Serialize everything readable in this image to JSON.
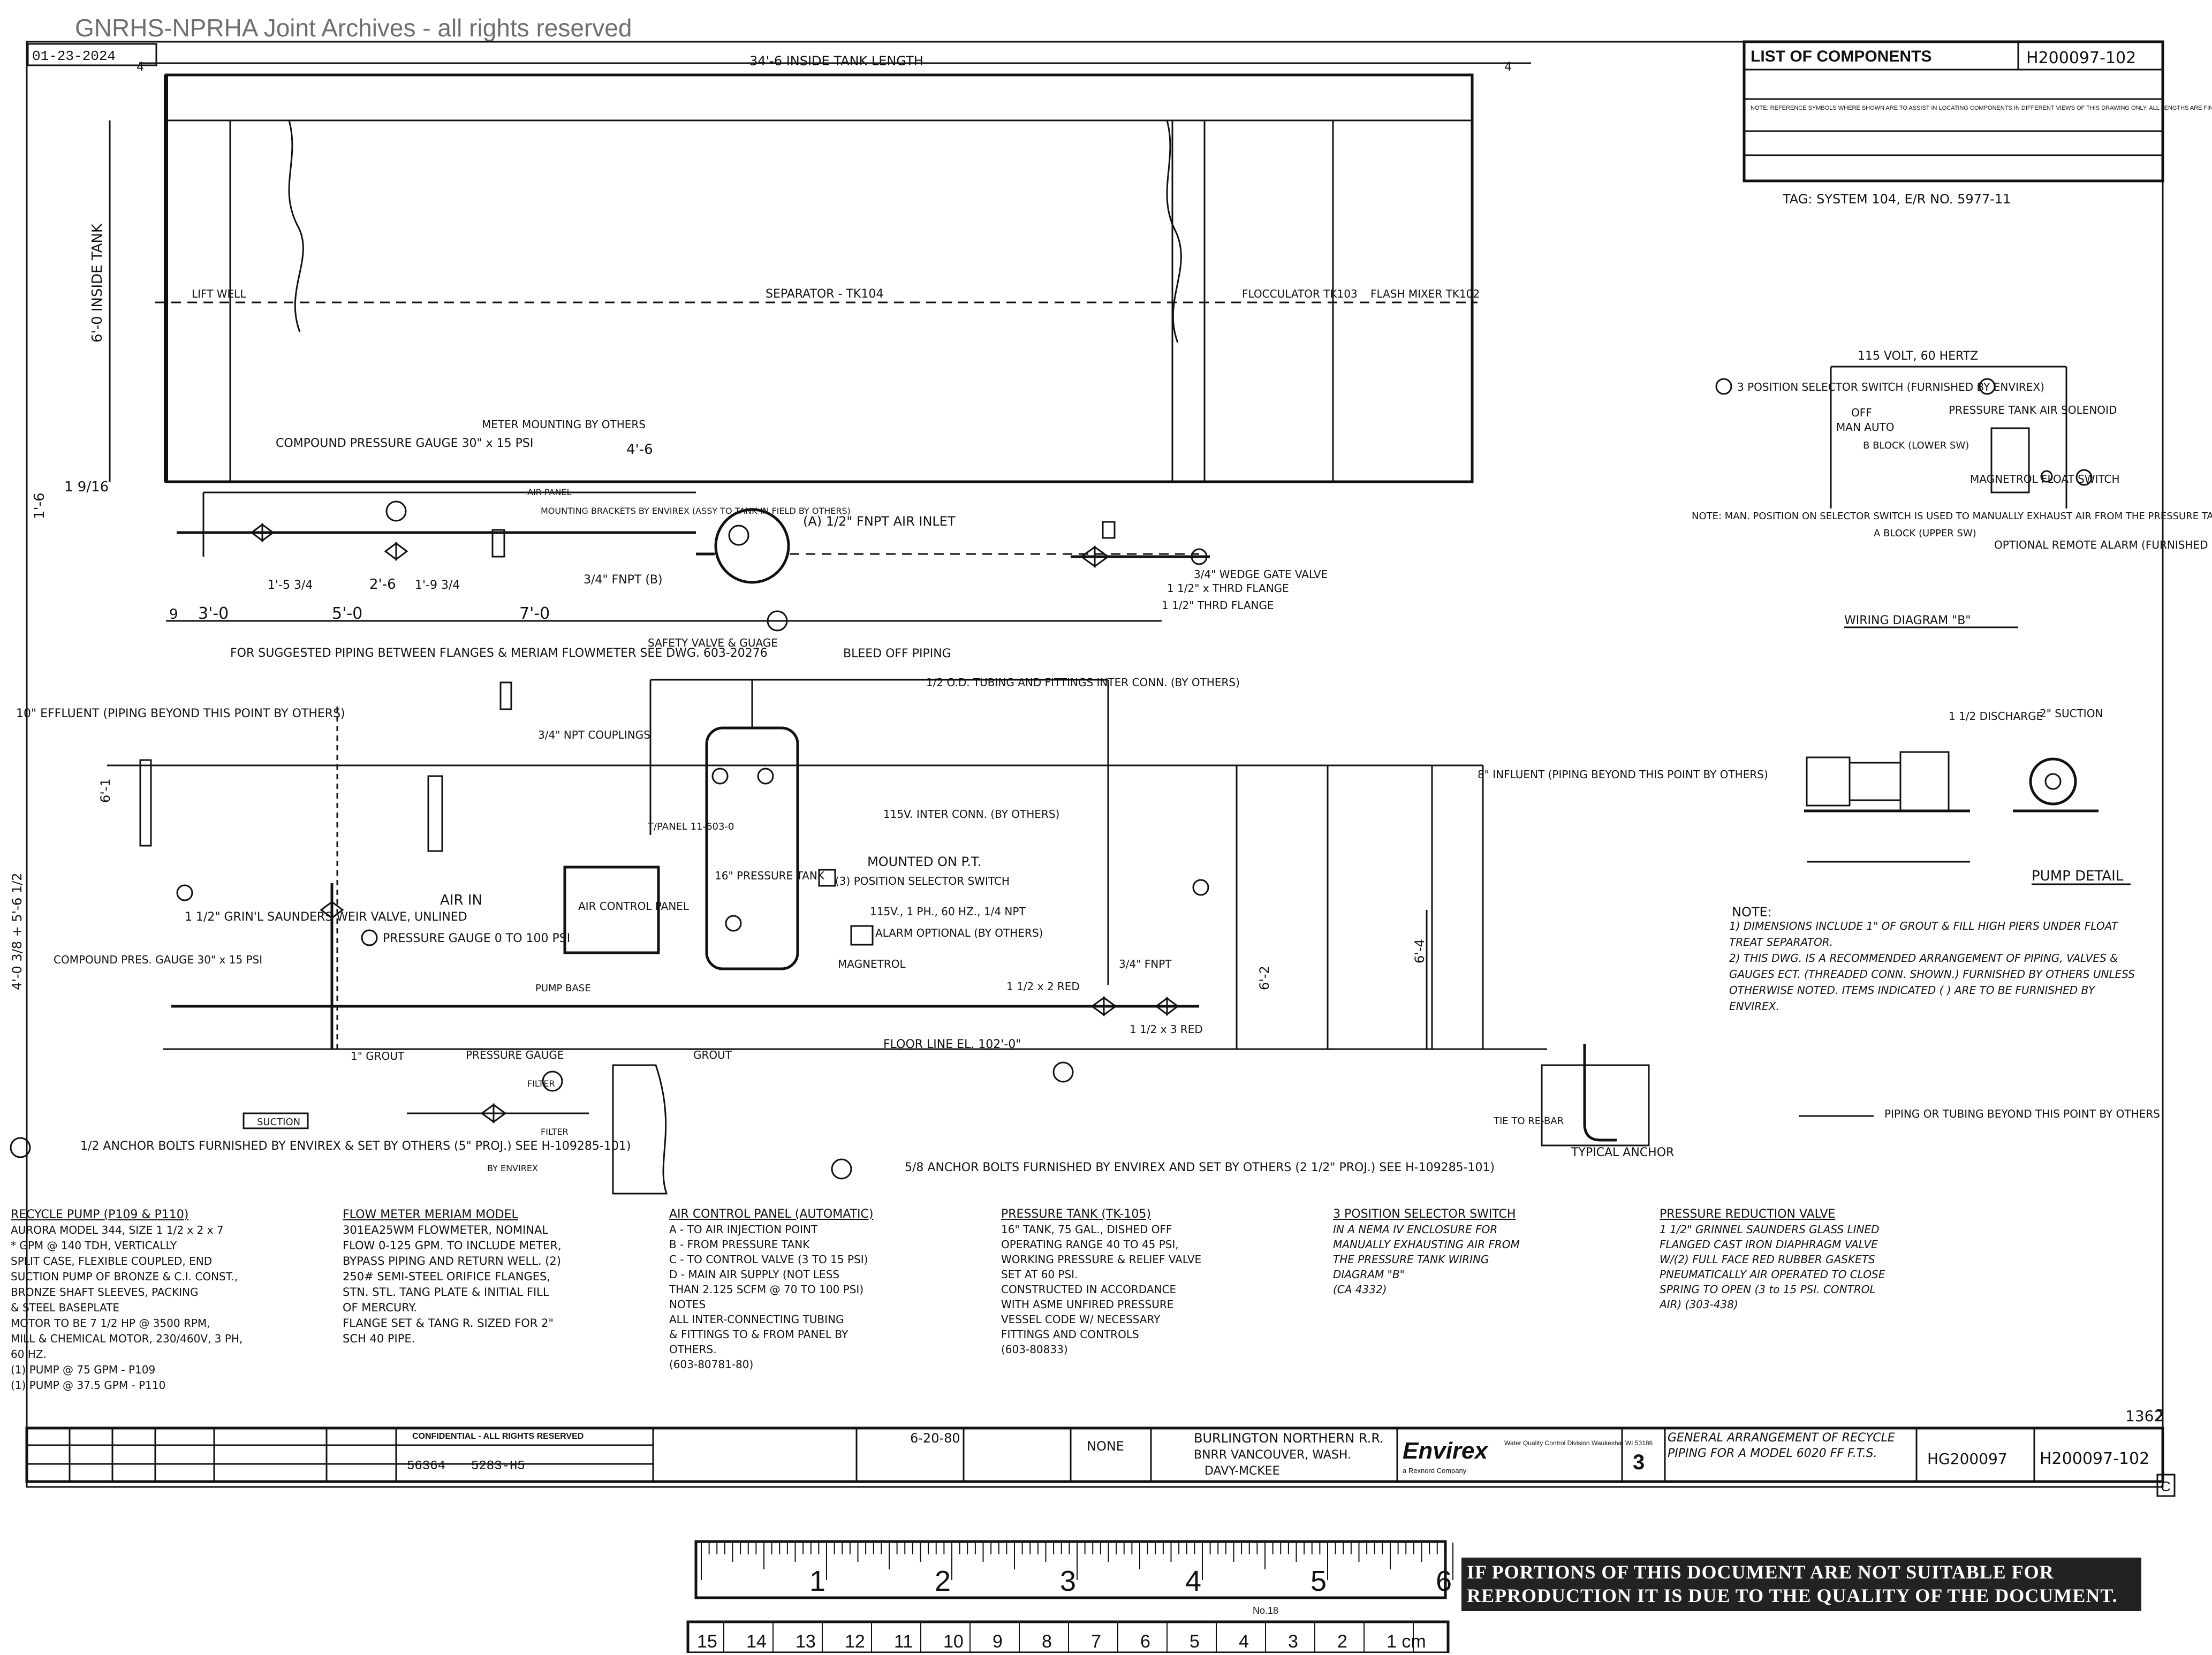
{
  "watermark": "GNRHS-NPRHA Joint Archives - all rights reserved",
  "corner_stamp": "01-23-2024",
  "tank": {
    "length_label": "34'-6 INSIDE TANK LENGTH",
    "height_label": "6'-0 INSIDE TANK",
    "sections": {
      "lift_well": "LIFT WELL",
      "separator": "SEPARATOR - TK104",
      "flocculator": "FLOCCULATOR TK103",
      "flash_mixer": "FLASH MIXER TK102"
    },
    "dims": {
      "top_left": "4",
      "top_right": "4",
      "left_offset": "1 9/16",
      "left_height": "1'-6",
      "d1": "3'-0",
      "d2": "5'-0",
      "d3": "7'-0",
      "d0": "9",
      "s1": "1'-5 3/4",
      "s2": "2'-6",
      "s3": "1'-9 3/4",
      "top_pipe": "4'-6",
      "left_bottom_height": "4'-0 3/8 + 5'-6 1/2"
    }
  },
  "labels": {
    "compound_gauge_top": "COMPOUND PRESSURE GAUGE 30\" x 15 PSI",
    "meter_mounting": "METER MOUNTING BY OTHERS",
    "air_panel": "AIR PANEL",
    "mounting_brackets": "MOUNTING BRACKETS BY ENVIREX (ASSY TO TANK IN FIELD BY OTHERS)",
    "air_inlet": "(A) 1/2\" FNPT AIR INLET",
    "fnpt_b": "3/4\" FNPT (B)",
    "wedge_gate": "3/4\" WEDGE GATE VALVE",
    "thread_flange1": "1 1/2\" x THRD FLANGE",
    "thread_flange2": "1 1/2\" THRD FLANGE",
    "suggested_piping": "FOR SUGGESTED PIPING BETWEEN FLANGES & MERIAM FLOWMETER SEE DWG. 603-20276",
    "safety_valve": "SAFETY VALVE & GUAGE",
    "bleed_off": "BLEED OFF PIPING",
    "od_tubing": "1/2 O.D. TUBING AND FITTINGS INTER CONN. (BY OTHERS)",
    "effluent": "10\" EFFLUENT (PIPING BEYOND THIS POINT BY OTHERS)",
    "npt_couplings": "3/4\" NPT COUPLINGS",
    "influent": "8\" INFLUENT (PIPING BEYOND THIS POINT BY OTHERS)",
    "interconn_115v": "115V. INTER CONN. (BY OTHERS)",
    "to_panel": "T/PANEL 11-603-0",
    "air_control_panel": "AIR CONTROL PANEL",
    "pressure_tank": "16\" PRESSURE TANK",
    "mounted_on_pt": "MOUNTED ON P.T.",
    "position_selector": "(3) POSITION SELECTOR SWITCH",
    "power": "115V., 1 PH., 60 HZ., 1/4 NPT",
    "alarm_optional": "ALARM OPTIONAL (BY OTHERS)",
    "magnetrol": "MAGNETROL",
    "air_in": "AIR IN",
    "grinnell": "1 1/2\" GRIN'L SAUNDERS WEIR VALVE, UNLINED",
    "pressure_gauge": "PRESSURE GAUGE 0 TO 100 PSI",
    "compound_gauge_low": "COMPOUND PRES. GAUGE 30\" x 15 PSI",
    "pump_base": "PUMP BASE",
    "pressure_gauge2": "PRESSURE GAUGE",
    "fnpt_34": "3/4\" FNPT",
    "red1": "1 1/2 x 2 RED",
    "red2": "1 1/2 x 3 RED",
    "floor_line": "FLOOR LINE EL. 102'-0\"",
    "grout": "1\" GROUT",
    "grout2": "GROUT",
    "suction": "SUCTION",
    "filter": "FILTER",
    "by_envirex": "BY ENVIREX",
    "anchor_bolts1": "1/2 ANCHOR BOLTS FURNISHED BY ENVIREX & SET BY OTHERS (5\" PROJ.) SEE H-109285-101)",
    "anchor_bolts2": "5/8 ANCHOR BOLTS FURNISHED BY ENVIREX AND SET BY OTHERS (2 1/2\" PROJ.) SEE H-109285-101)",
    "tie_to_rebar": "TIE TO RE-BAR",
    "typical_anchor": "TYPICAL ANCHOR",
    "dim_6_4": "6'-4",
    "dim_6_2": "6'-2",
    "dim_6_1": "6'-1",
    "tag": "TAG: SYSTEM 104, E/R NO. 5977-11"
  },
  "wiring": {
    "supply": "115 VOLT, 60 HERTZ",
    "selector": "3 POSITION SELECTOR SWITCH (FURNISHED BY ENVIREX)",
    "off": "OFF",
    "man_auto": "MAN AUTO",
    "pressure_solenoid": "PRESSURE TANK AIR SOLENOID",
    "b_block": "B BLOCK (LOWER SW)",
    "magnetrol_switch": "MAGNETROL FLOAT SWITCH",
    "a_block": "A BLOCK (UPPER SW)",
    "optional_alarm": "OPTIONAL REMOTE ALARM (FURNISHED BY OTHERS)",
    "note": "NOTE: MAN. POSITION ON SELECTOR SWITCH IS USED TO MANUALLY EXHAUST AIR FROM THE PRESSURE TANK IF NECESSARY",
    "title": "WIRING DIAGRAM \"B\""
  },
  "pump_detail": {
    "discharge": "1 1/2 DISCHARGE",
    "suction": "2\" SUCTION",
    "title": "PUMP DETAIL"
  },
  "notes": {
    "title": "NOTE:",
    "n1": "1) DIMENSIONS INCLUDE 1\" OF GROUT & FILL HIGH PIERS UNDER FLOAT TREAT SEPARATOR.",
    "n2": "2) THIS DWG. IS A RECOMMENDED ARRANGEMENT OF PIPING, VALVES & GAUGES ECT. (THREADED CONN. SHOWN.) FURNISHED BY OTHERS UNLESS OTHERWISE NOTED. ITEMS INDICATED ( ) ARE TO BE FURNISHED BY ENVIREX.",
    "piping_beyond": "PIPING OR TUBING BEYOND THIS POINT BY OTHERS"
  },
  "specs": {
    "recycle": {
      "title": "RECYCLE PUMP (P109 & P110)",
      "lines": [
        "AURORA MODEL 344, SIZE 1 1/2 x 2 x 7",
        "* GPM @ 140 TDH, VERTICALLY",
        "SPLIT CASE, FLEXIBLE COUPLED, END",
        "SUCTION PUMP OF BRONZE & C.I. CONST.,",
        "BRONZE SHAFT SLEEVES, PACKING",
        "& STEEL BASEPLATE",
        "MOTOR TO BE 7 1/2 HP @ 3500 RPM,",
        "MILL & CHEMICAL MOTOR, 230/460V, 3 PH,",
        "60 HZ.",
        "(1) PUMP @ 75 GPM - P109",
        "(1) PUMP @ 37.5 GPM - P110"
      ]
    },
    "flow_meter": {
      "title": "FLOW METER MERIAM MODEL",
      "lines": [
        "301EA25WM FLOWMETER, NOMINAL",
        "FLOW 0-125 GPM. TO INCLUDE METER,",
        "BYPASS PIPING AND RETURN WELL. (2)",
        "250# SEMI-STEEL ORIFICE FLANGES,",
        "STN. STL. TANG PLATE & INITIAL FILL",
        "OF MERCURY.",
        "FLANGE SET & TANG R. SIZED FOR 2\"",
        "SCH 40 PIPE."
      ]
    },
    "air_panel": {
      "title": "AIR CONTROL PANEL (AUTOMATIC)",
      "lines": [
        "A - TO AIR INJECTION POINT",
        "B - FROM PRESSURE TANK",
        "C - TO CONTROL VALVE (3 TO 15 PSI)",
        "D - MAIN AIR SUPPLY (NOT LESS",
        "THAN 2.125 SCFM @ 70 TO 100 PSI)",
        "NOTES",
        "ALL INTER-CONNECTING TUBING",
        "& FITTINGS TO & FROM PANEL BY",
        "OTHERS.",
        "(603-80781-80)"
      ]
    },
    "pressure_tank": {
      "title": "PRESSURE TANK (TK-105)",
      "lines": [
        "16\" TANK, 75 GAL., DISHED OFF",
        "OPERATING RANGE 40 TO 45 PSI,",
        "WORKING PRESSURE & RELIEF VALVE",
        "SET AT 60 PSI.",
        "CONSTRUCTED IN ACCORDANCE",
        "WITH ASME UNFIRED PRESSURE",
        "VESSEL CODE W/ NECESSARY",
        "FITTINGS AND CONTROLS",
        "(603-80833)"
      ]
    },
    "selector_switch": {
      "title": "3 POSITION SELECTOR SWITCH",
      "lines": [
        "IN A NEMA IV ENCLOSURE FOR",
        "MANUALLY EXHAUSTING AIR FROM",
        "THE PRESSURE TANK WIRING",
        "DIAGRAM \"B\"",
        "(CA 4332)"
      ]
    },
    "reduction_valve": {
      "title": "PRESSURE REDUCTION VALVE",
      "lines": [
        "1 1/2\" GRINNEL SAUNDERS GLASS LINED",
        "FLANGED CAST IRON DIAPHRAGM VALVE",
        "W/(2) FULL FACE RED RUBBER GASKETS",
        "PNEUMATICALLY AIR OPERATED TO CLOSE",
        "SPRING TO OPEN (3 to 15 PSI. CONTROL",
        "AIR) (303-438)"
      ]
    }
  },
  "title_block": {
    "list_of_components": "LIST OF COMPONENTS",
    "dwg_no_top": "H200097-102",
    "note_text": "NOTE: REFERENCE SYMBOLS WHERE SHOWN ARE TO ASSIST IN LOCATING COMPONENTS IN DIFFERENT VIEWS OF THIS DRAWING ONLY. ALL LENGTHS ARE FINAL LENGTHS UNLESS SPECIFIED AS ROUGH.",
    "confidential": "CONFIDENTIAL - ALL RIGHTS RESERVED",
    "num1": "56364",
    "num2": "5283-H5",
    "date": "6-20-80",
    "scale": "NONE",
    "customer": "BURLINGTON NORTHERN R.R.",
    "location": "BNRR VANCOUVER, WASH.",
    "engineer": "DAVY-MCKEE",
    "company": "Envirex",
    "division": "Water Quality Control Division Waukesha, WI 53186",
    "company_sub": "a Rexnord Company",
    "size": "3",
    "title": "GENERAL ARRANGEMENT OF RECYCLE PIPING FOR A MODEL 6020 FF F.T.S.",
    "order_no": "HG200097",
    "dwg_no": "H200097-102",
    "sheet_ref": "1362",
    "sheet_num": "2",
    "rev": "C"
  },
  "ruler": {
    "top": [
      "1",
      "2",
      "3",
      "4",
      "5",
      "6"
    ],
    "bottom": [
      "1 cm",
      "2",
      "3",
      "4",
      "5",
      "6",
      "7",
      "8",
      "9",
      "10",
      "11",
      "12",
      "13",
      "14",
      "15"
    ],
    "maker": "No.18"
  },
  "notice": "IF PORTIONS OF THIS DOCUMENT ARE NOT SUITABLE FOR REPRODUCTION IT IS DUE TO THE QUALITY OF THE DOCUMENT."
}
